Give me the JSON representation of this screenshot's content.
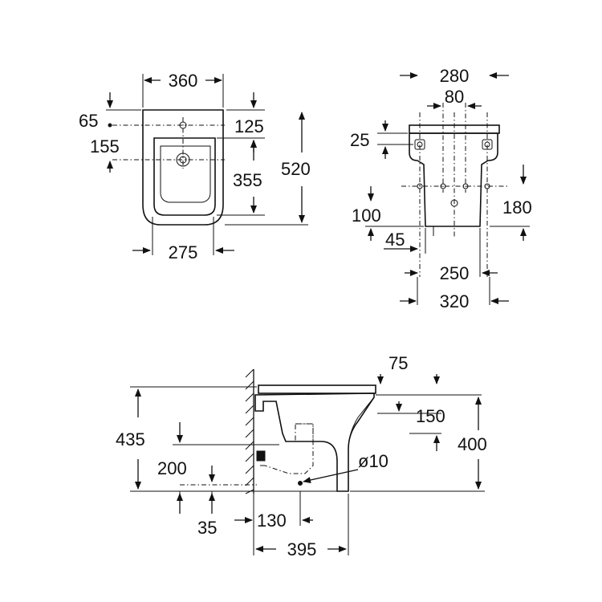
{
  "top_view": {
    "width_total": "360",
    "rear_to_axis": "65",
    "axis_spacing": "155",
    "rear_offset": "125",
    "bowl_depth": "355",
    "overall_depth": "520",
    "bowl_width": "275"
  },
  "rear_view": {
    "width_top": "280",
    "hole_spacing": "80",
    "flange_height": "25",
    "fixing_height": "100",
    "outlet_height": "180",
    "fixing_offset": "45",
    "base_width": "250",
    "fixing_centers": "320"
  },
  "side_view": {
    "top_offset": "75",
    "overall_height": "435",
    "inlet_height": "200",
    "rim_height": "150",
    "bowl_height": "400",
    "pipe_diameter": "ø10",
    "wall_offset_small": "35",
    "drain_offset": "130",
    "overall_length": "395"
  },
  "colors": {
    "line": "#111111",
    "background": "#ffffff"
  }
}
